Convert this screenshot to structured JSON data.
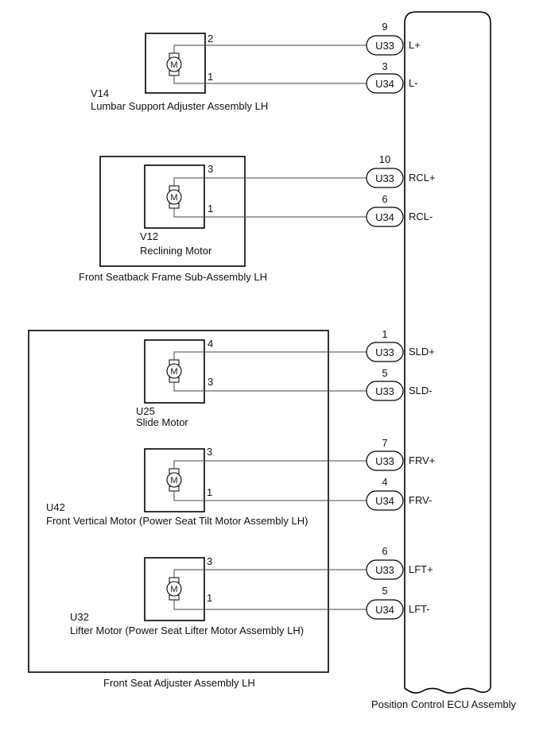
{
  "ecu": {
    "label": "Position Control ECU Assembly"
  },
  "assemblies": {
    "seatback_frame": "Front Seatback Frame Sub-Assembly LH",
    "seat_adjuster": "Front Seat Adjuster Assembly LH"
  },
  "motor_symbol": "M",
  "motors": [
    {
      "code": "V14",
      "name": "Lumbar Support Adjuster Assembly LH",
      "wires": [
        {
          "motor_pin": "2",
          "ecu_pin": "9",
          "connector": "U33",
          "signal": "L+"
        },
        {
          "motor_pin": "1",
          "ecu_pin": "3",
          "connector": "U34",
          "signal": "L-"
        }
      ]
    },
    {
      "code": "V12",
      "name": "Reclining Motor",
      "wires": [
        {
          "motor_pin": "3",
          "ecu_pin": "10",
          "connector": "U33",
          "signal": "RCL+"
        },
        {
          "motor_pin": "1",
          "ecu_pin": "6",
          "connector": "U34",
          "signal": "RCL-"
        }
      ]
    },
    {
      "code": "U25",
      "name": "Slide Motor",
      "wires": [
        {
          "motor_pin": "4",
          "ecu_pin": "1",
          "connector": "U33",
          "signal": "SLD+"
        },
        {
          "motor_pin": "3",
          "ecu_pin": "5",
          "connector": "U33",
          "signal": "SLD-"
        }
      ]
    },
    {
      "code": "U42",
      "name": "Front Vertical Motor (Power Seat Tilt Motor Assembly LH)",
      "wires": [
        {
          "motor_pin": "3",
          "ecu_pin": "7",
          "connector": "U33",
          "signal": "FRV+"
        },
        {
          "motor_pin": "1",
          "ecu_pin": "4",
          "connector": "U34",
          "signal": "FRV-"
        }
      ]
    },
    {
      "code": "U32",
      "name": "Lifter Motor (Power Seat Lifter Motor Assembly LH)",
      "wires": [
        {
          "motor_pin": "3",
          "ecu_pin": "6",
          "connector": "U33",
          "signal": "LFT+"
        },
        {
          "motor_pin": "1",
          "ecu_pin": "5",
          "connector": "U34",
          "signal": "LFT-"
        }
      ]
    }
  ]
}
